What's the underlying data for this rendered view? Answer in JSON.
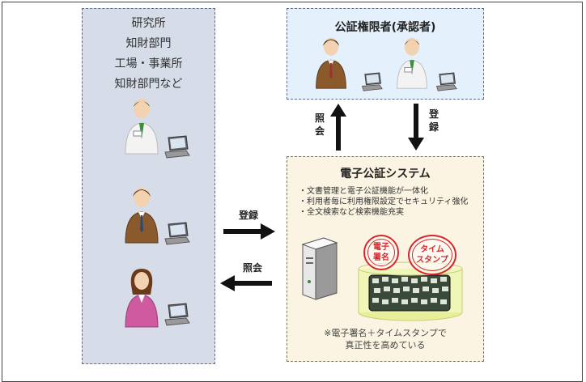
{
  "left_panel": {
    "lines": [
      "研究所",
      "知財部門",
      "工場・事業所",
      "知財部門など"
    ]
  },
  "top_panel": {
    "title": "公証権限者(承認者)"
  },
  "bottom_panel": {
    "title": "電子公証システム",
    "features": [
      "・文書管理と電子公証機能が一体化",
      "・利用者毎に利用権限設定でセキュリティ強化",
      "・全文検索など検索機能充実"
    ],
    "seal_signature": "電子\n署名",
    "seal_timestamp": "タイム\nスタンプ",
    "footnote_line1": "※電子署名＋タイムスタンプで",
    "footnote_line2": "真正性を高めている"
  },
  "arrows": {
    "up_label": "照会",
    "down_label": "登録",
    "right_label": "登録",
    "left_label": "照会"
  }
}
